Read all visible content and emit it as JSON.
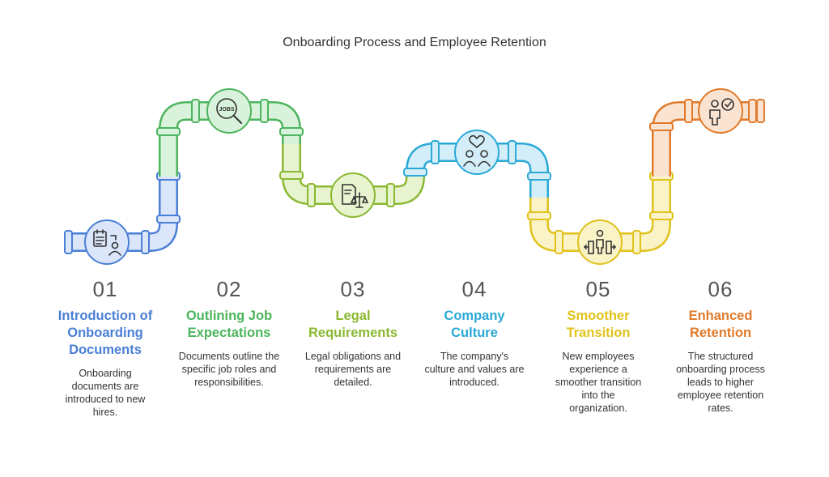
{
  "title": "Onboarding Process and Employee Retention",
  "steps": [
    {
      "number": "01",
      "heading": "Introduction of Onboarding Documents",
      "description": "Onboarding documents are introduced to new hires.",
      "color": "#4a7fd6",
      "icon": "checklist-person-icon"
    },
    {
      "number": "02",
      "heading": "Outlining Job Expectations",
      "description": "Documents outline the specific job roles and responsibilities.",
      "color": "#4cb45c",
      "icon": "jobs-magnifier-icon"
    },
    {
      "number": "03",
      "heading": "Legal Requirements",
      "description": "Legal obligations and requirements are detailed.",
      "color": "#8ab832",
      "icon": "document-scales-icon"
    },
    {
      "number": "04",
      "heading": "Company Culture",
      "description": "The company's culture and values are introduced.",
      "color": "#2aa9d6",
      "icon": "people-heart-icon"
    },
    {
      "number": "05",
      "heading": "Smoother Transition",
      "description": "New employees experience a smoother transition into the organization.",
      "color": "#e0c21a",
      "icon": "person-doors-icon"
    },
    {
      "number": "06",
      "heading": "Enhanced Retention",
      "description": "The structured onboarding process leads to higher employee retention rates.",
      "color": "#e07a2a",
      "icon": "person-check-icon"
    }
  ],
  "icons": {
    "jobs_text": "JOBS"
  }
}
